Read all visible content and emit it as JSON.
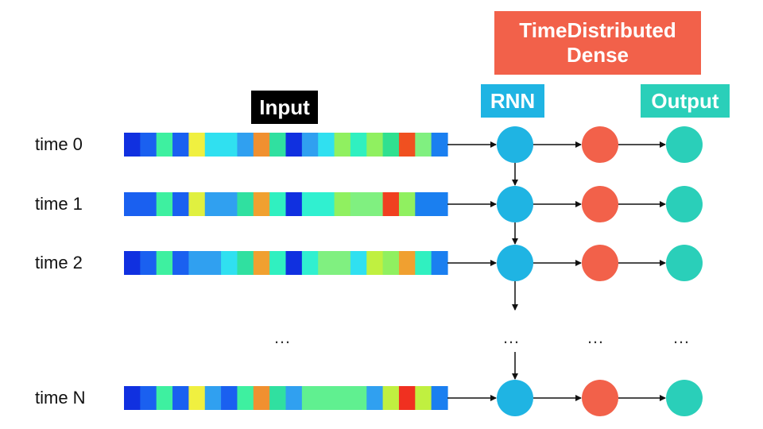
{
  "labels": {
    "input": "Input",
    "rnn": "RNN",
    "output": "Output",
    "time_distributed_line1": "TimeDistributed",
    "time_distributed_line2": "Dense",
    "ellipsis": "…"
  },
  "rows": [
    {
      "label": "time 0",
      "cells": [
        "#1030e0",
        "#1a60f0",
        "#3ef0a0",
        "#1a60f0",
        "#f0f040",
        "#30e0f0",
        "#30e0f0",
        "#30a0f0",
        "#f09030",
        "#30e0a0",
        "#1030e0",
        "#30a0f0",
        "#30e0f0",
        "#90f060",
        "#30f0c0",
        "#90f060",
        "#30e090",
        "#f05020",
        "#80f080",
        "#1a7ff0"
      ]
    },
    {
      "label": "time 1",
      "cells": [
        "#1a60f0",
        "#1a60f0",
        "#3ef0a0",
        "#1a60f0",
        "#e0f040",
        "#30a0f0",
        "#30a0f0",
        "#30e0a0",
        "#f0a030",
        "#30f0c0",
        "#1030e0",
        "#30f0d0",
        "#30f0d0",
        "#90f060",
        "#80f080",
        "#80f080",
        "#f04020",
        "#90f060",
        "#1a7ff0",
        "#1a7ff0"
      ]
    },
    {
      "label": "time 2",
      "cells": [
        "#1030e0",
        "#1a60f0",
        "#3ef0a0",
        "#1a60f0",
        "#30a0f0",
        "#30a0f0",
        "#30e0f0",
        "#30e0a0",
        "#f0a030",
        "#30f0c0",
        "#1030e0",
        "#30f0d0",
        "#80f080",
        "#80f080",
        "#30e0f0",
        "#c0f040",
        "#90f060",
        "#f0a030",
        "#30f0c0",
        "#1a7ff0"
      ]
    },
    {
      "label": "time N",
      "cells": [
        "#1030e0",
        "#1a60f0",
        "#3ef0a0",
        "#1a60f0",
        "#f0f040",
        "#30a0f0",
        "#1a60f0",
        "#3ef0a0",
        "#f09030",
        "#30e0a0",
        "#30a0f0",
        "#60f090",
        "#60f090",
        "#60f090",
        "#60f090",
        "#30a0f0",
        "#c0f040",
        "#f03020",
        "#c0f040",
        "#1a7ff0"
      ]
    }
  ],
  "colors": {
    "rnn": "#1fb4e3",
    "dense": "#f2614a",
    "output": "#2acfb9",
    "input_tag": "#000000",
    "arrow": "#111111"
  }
}
